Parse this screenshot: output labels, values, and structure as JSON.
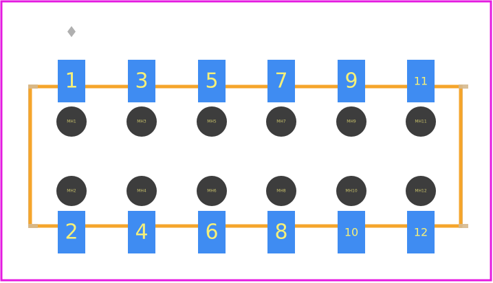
{
  "colors": {
    "border": "#e41ae0",
    "silk": "#f5a52b",
    "courtyard": "#d6b98e",
    "pad": "#3f8cf2",
    "pad_text": "#f5f07a",
    "hole": "#3d3d3d",
    "hole_text": "#c9c26a",
    "marker": "#b0b0b0"
  },
  "top_pads": [
    "1",
    "3",
    "5",
    "7",
    "9",
    "11"
  ],
  "bottom_pads": [
    "2",
    "4",
    "6",
    "8",
    "10",
    "12"
  ],
  "top_holes": [
    "MH1",
    "MH3",
    "MH5",
    "MH7",
    "MH9",
    "MH11"
  ],
  "bottom_holes": [
    "MH2",
    "MH4",
    "MH6",
    "MH8",
    "MH10",
    "MH12"
  ],
  "marker_icon": "diamond-marker-icon"
}
